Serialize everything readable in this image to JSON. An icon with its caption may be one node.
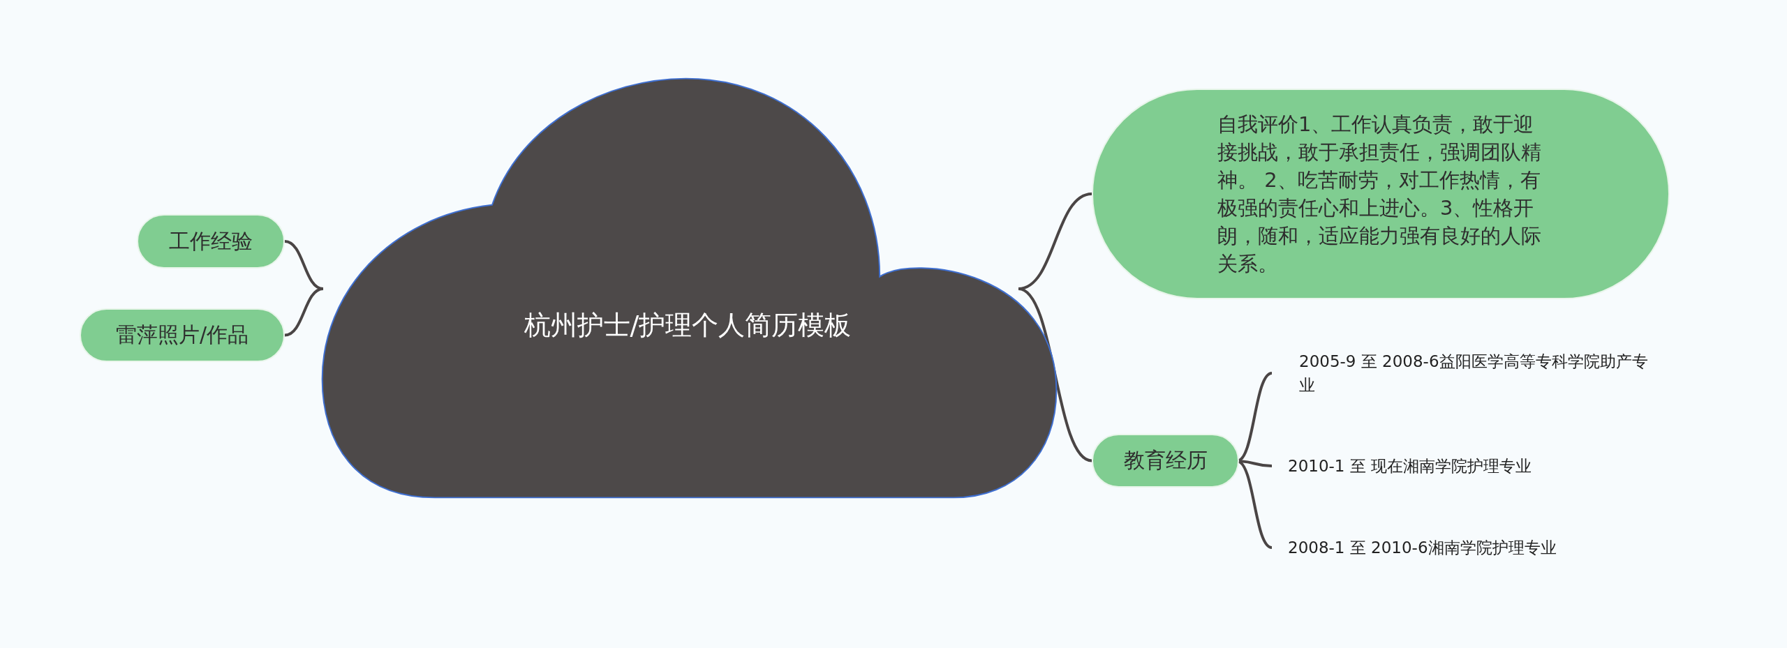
{
  "diagram": {
    "nodes": [
      {
        "text": [
          "杭州护士/护理个人简历模板"
        ]
      },
      {
        "text": [
          "工作经验"
        ]
      },
      {
        "text": [
          "雷萍照片/作品"
        ]
      },
      {
        "text": [
          "自我评价1、工作认真负责，敢于迎接挑战，敢于承担责任，强调团队精神。 2、吃苦耐劳，对工作热情，有极强的责任心和上进心。3、性格开朗，随和，适应能力强有良好的人际关系。"
        ]
      },
      {
        "text": [
          "教育经历"
        ]
      },
      {
        "text": [
          "2005-9 至 2008-6益阳医学高等专科学院助产专业"
        ]
      },
      {
        "text": [
          "2010-1 至 现在湘南学院护理专业"
        ]
      },
      {
        "text": [
          "2008-1 至 2010-6湘南学院护理专业"
        ]
      }
    ],
    "edges": [
      {
        "from": 0,
        "to": 1,
        "arrow": "none"
      },
      {
        "from": 0,
        "to": 2,
        "arrow": "none"
      },
      {
        "from": 0,
        "to": 3,
        "arrow": "none"
      },
      {
        "from": 0,
        "to": 4,
        "arrow": "none"
      },
      {
        "from": 4,
        "to": 5,
        "arrow": "none"
      },
      {
        "from": 4,
        "to": 6,
        "arrow": "none"
      },
      {
        "from": 4,
        "to": 7,
        "arrow": "none"
      }
    ]
  }
}
